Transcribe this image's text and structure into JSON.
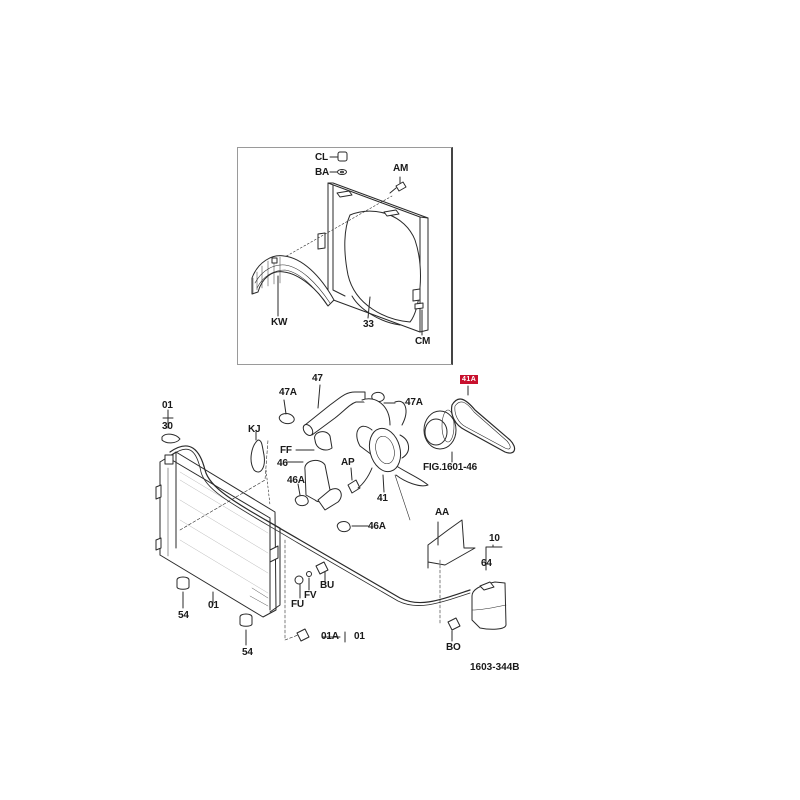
{
  "figure": {
    "code": "1603-344B",
    "highlight": {
      "label": "41A",
      "color": "#c8102e"
    },
    "inset": {
      "labels": {
        "cl": "CL",
        "ba": "BA",
        "am": "AM",
        "kw": "KW",
        "n33": "33",
        "cm": "CM"
      }
    },
    "main": {
      "labels": {
        "p01_top": "01",
        "p30": "30",
        "kj": "KJ",
        "p47a_left": "47A",
        "p47": "47",
        "p47a_right": "47A",
        "ff": "FF",
        "p46": "46",
        "p46a_left": "46A",
        "ap": "AP",
        "p41": "41",
        "fig_ref": "FIG.1601-46",
        "p46a_right": "46A",
        "aa": "AA",
        "p10": "10",
        "p64": "64",
        "bu": "BU",
        "fv": "FV",
        "fu": "FU",
        "p54_left": "54",
        "p01_radiator": "01",
        "p54_bottom": "54",
        "p01a": "01A",
        "p01_drain": "01",
        "bo": "BO"
      }
    }
  }
}
